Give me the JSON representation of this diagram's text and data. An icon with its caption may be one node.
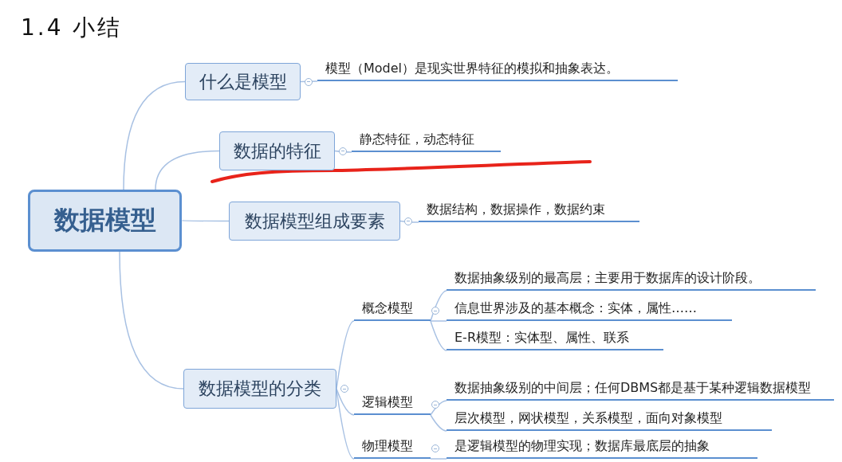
{
  "diagram": {
    "title": "1.4 小结",
    "nodes": [
      {
        "text": [
          "数据模型"
        ]
      },
      {
        "text": [
          "什么是模型"
        ]
      },
      {
        "text": [
          "模型（Model）是现实世界特征的模拟和抽象表达。"
        ]
      },
      {
        "text": [
          "数据的特征"
        ]
      },
      {
        "text": [
          "静态特征，动态特征"
        ]
      },
      {
        "text": [
          "数据模型组成要素"
        ]
      },
      {
        "text": [
          "数据结构，数据操作，数据约束"
        ]
      },
      {
        "text": [
          "数据模型的分类"
        ]
      },
      {
        "text": [
          "概念模型"
        ]
      },
      {
        "text": [
          "数据抽象级别的最高层；主要用于数据库的设计阶段。"
        ]
      },
      {
        "text": [
          "信息世界涉及的基本概念：实体，属性……"
        ]
      },
      {
        "text": [
          "E-R模型：实体型、属性、联系"
        ]
      },
      {
        "text": [
          "逻辑模型"
        ]
      },
      {
        "text": [
          "数据抽象级别的中间层；任何DBMS都是基于某种逻辑数据模型"
        ]
      },
      {
        "text": [
          "层次模型，网状模型，关系模型，面向对象模型"
        ]
      },
      {
        "text": [
          "物理模型"
        ]
      },
      {
        "text": [
          "是逻辑模型的物理实现；数据库最底层的抽象"
        ]
      }
    ],
    "edges": [
      {
        "from": 0,
        "to": 1,
        "arrow": "none"
      },
      {
        "from": 0,
        "to": 3,
        "arrow": "none"
      },
      {
        "from": 0,
        "to": 5,
        "arrow": "none"
      },
      {
        "from": 0,
        "to": 7,
        "arrow": "none"
      },
      {
        "from": 1,
        "to": 2,
        "arrow": "none"
      },
      {
        "from": 3,
        "to": 4,
        "arrow": "none"
      },
      {
        "from": 5,
        "to": 6,
        "arrow": "none"
      },
      {
        "from": 7,
        "to": 8,
        "arrow": "none"
      },
      {
        "from": 7,
        "to": 12,
        "arrow": "none"
      },
      {
        "from": 7,
        "to": 15,
        "arrow": "none"
      },
      {
        "from": 8,
        "to": 9,
        "arrow": "none"
      },
      {
        "from": 8,
        "to": 10,
        "arrow": "none"
      },
      {
        "from": 8,
        "to": 11,
        "arrow": "none"
      },
      {
        "from": 12,
        "to": 13,
        "arrow": "none"
      },
      {
        "from": 12,
        "to": 14,
        "arrow": "none"
      },
      {
        "from": 15,
        "to": 16,
        "arrow": "none"
      }
    ]
  }
}
